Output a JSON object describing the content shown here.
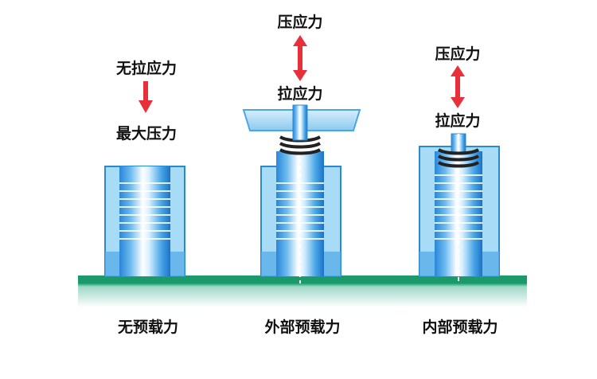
{
  "labels": {
    "no_tension": "无拉应力",
    "max_pressure": "最大压力",
    "mid_pressure": "压应力",
    "mid_tension": "拉应力",
    "right_pressure": "压应力",
    "right_tension": "拉应力"
  },
  "captions": {
    "none": "无预载力",
    "external": "外部预载力",
    "internal": "内部预载力"
  },
  "colors": {
    "arrow": "#e8303a",
    "ground": "#1a9a6a",
    "body_fill": "#8ed0f0",
    "body_stroke": "#2a8ad0",
    "spring": "#222222"
  }
}
